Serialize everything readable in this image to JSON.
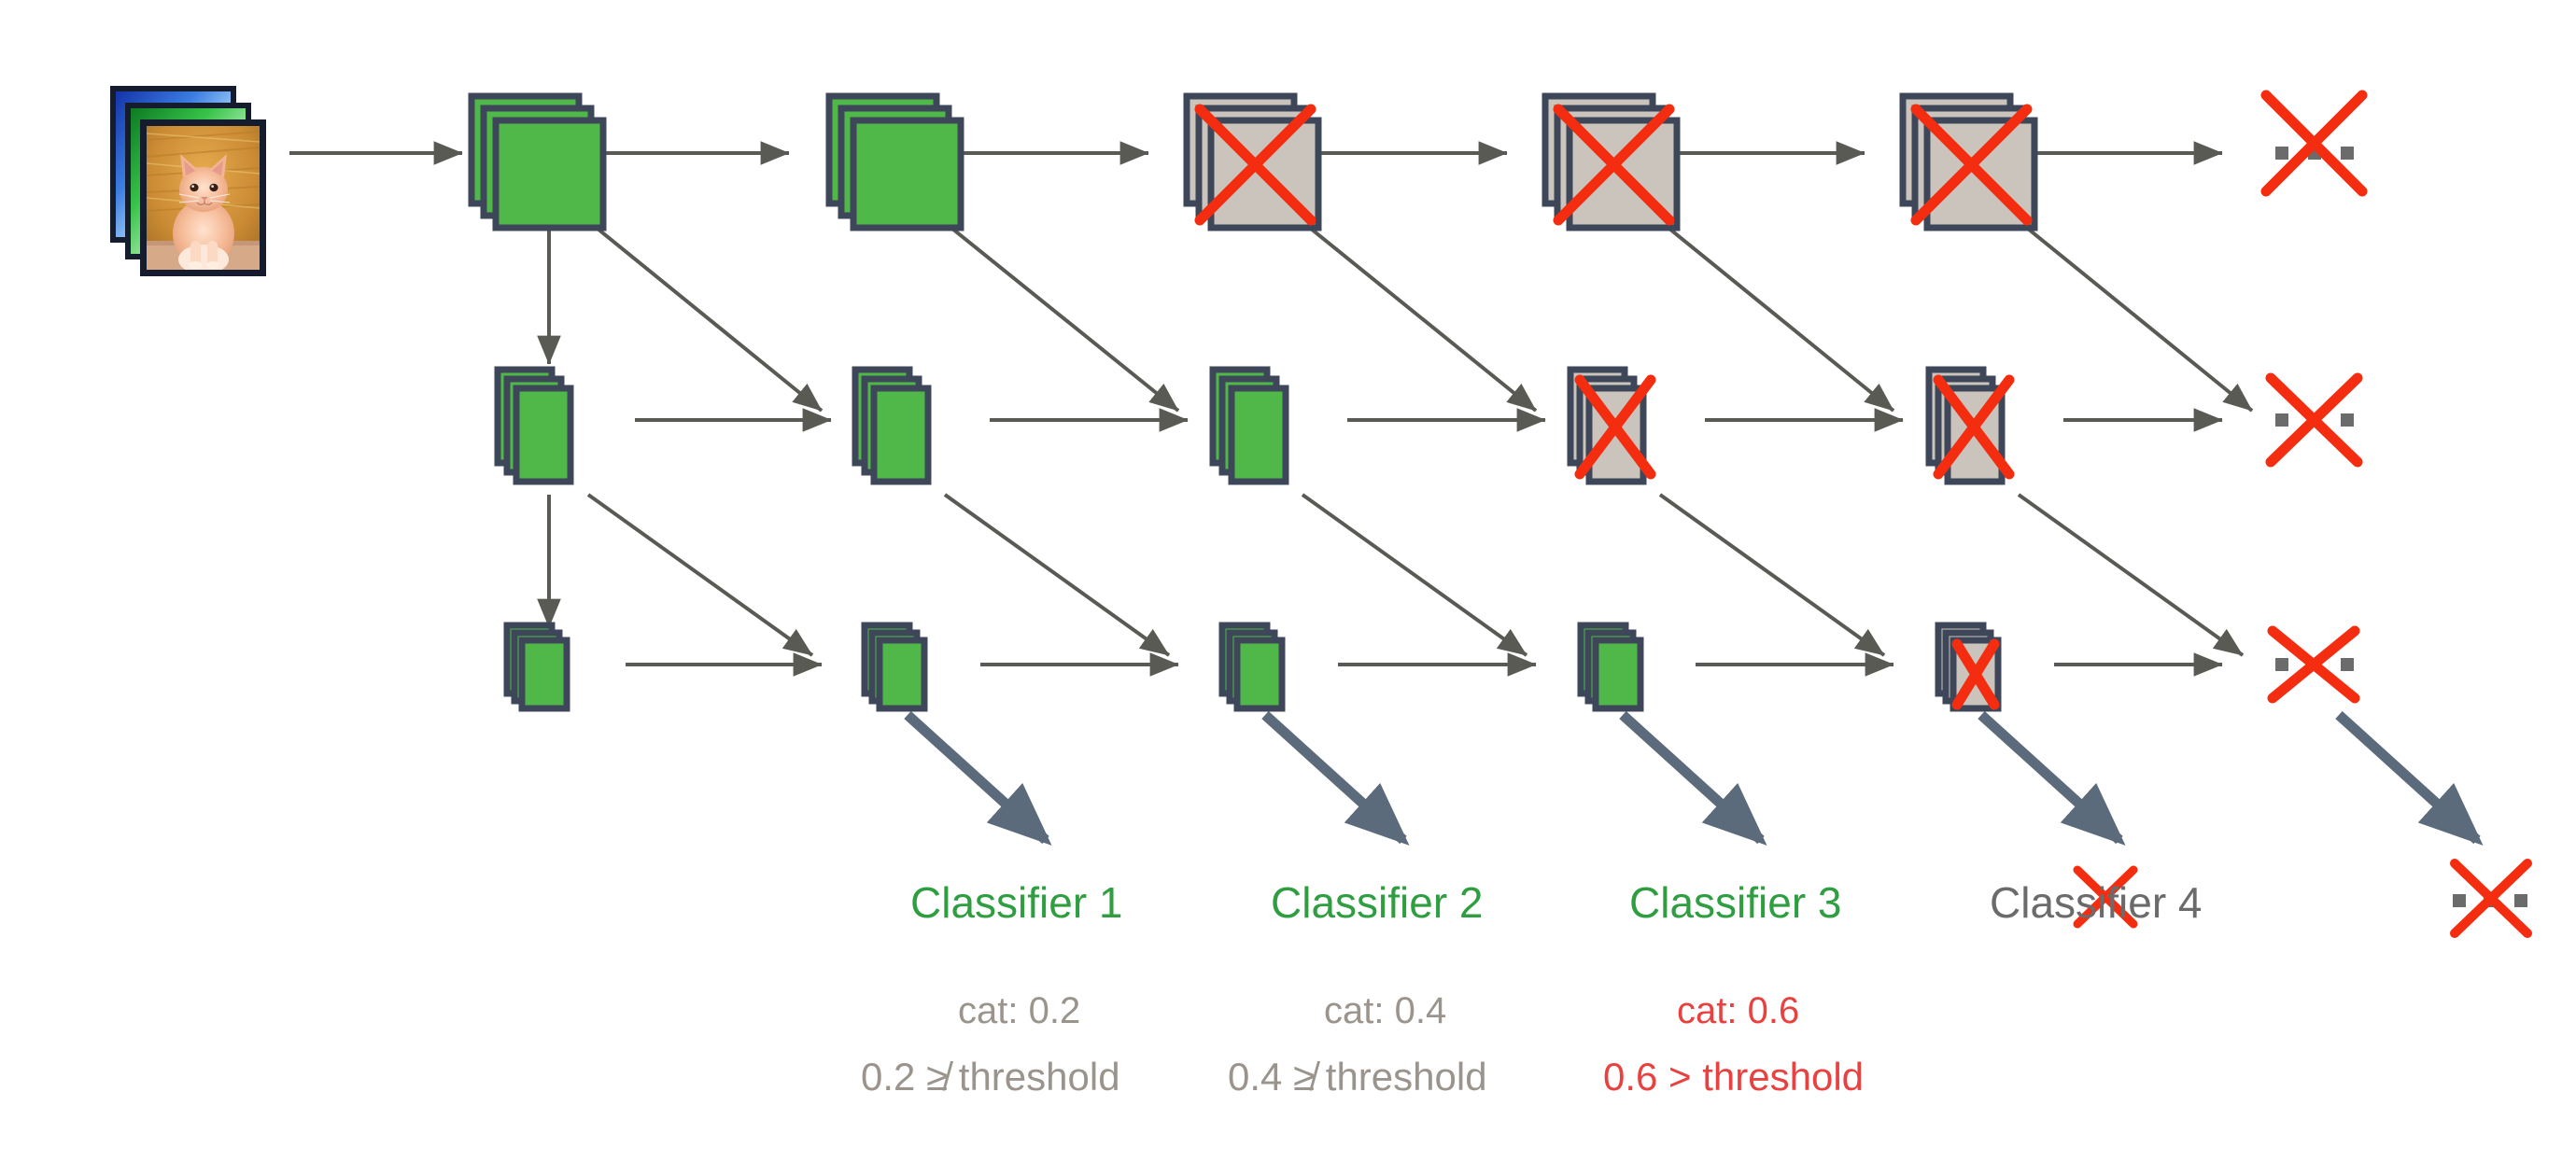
{
  "diagram": {
    "title": "multi-scale early-exit classifier cascade",
    "colors": {
      "green_block": "#4fb848",
      "green_text": "#2f9e41",
      "grey_block": "#cbc4bc",
      "block_border": "#3d4759",
      "red": "#f42d10",
      "red_text": "#e8413f",
      "grey_text": "#9a948d",
      "grey_text_dark": "#6b6b6b",
      "thin_arrow": "#5a5a55",
      "thick_arrow": "#5c6b7c",
      "dots": "#6b6b6b"
    },
    "input": {
      "name": "input-image-stack",
      "layers": [
        "blue-channel-image",
        "green-channel-image",
        "cat-photo"
      ],
      "alt": "cat"
    },
    "rows": [
      {
        "name": "scale-1-row",
        "blocks": [
          {
            "state": "active",
            "marker": "none"
          },
          {
            "state": "active",
            "marker": "none"
          },
          {
            "state": "pruned",
            "marker": "red-x"
          },
          {
            "state": "pruned",
            "marker": "red-x"
          },
          {
            "state": "pruned",
            "marker": "red-x"
          },
          {
            "state": "pruned-ellipsis",
            "marker": "red-x"
          }
        ]
      },
      {
        "name": "scale-2-row",
        "blocks": [
          {
            "state": "active",
            "marker": "none"
          },
          {
            "state": "active",
            "marker": "none"
          },
          {
            "state": "active",
            "marker": "none"
          },
          {
            "state": "pruned",
            "marker": "red-x"
          },
          {
            "state": "pruned",
            "marker": "red-x"
          },
          {
            "state": "pruned-ellipsis",
            "marker": "red-x"
          }
        ]
      },
      {
        "name": "scale-3-row",
        "blocks": [
          {
            "state": "active",
            "marker": "none"
          },
          {
            "state": "active",
            "marker": "none"
          },
          {
            "state": "active",
            "marker": "none"
          },
          {
            "state": "active",
            "marker": "none"
          },
          {
            "state": "pruned",
            "marker": "red-x"
          },
          {
            "state": "pruned-ellipsis",
            "marker": "red-x"
          }
        ]
      }
    ],
    "classifiers": [
      {
        "label": "Classifier 1",
        "label_color": "green",
        "score": "cat: 0.2",
        "score_color": "grey",
        "decision": "0.2 ≱ threshold",
        "decision_color": "grey",
        "crossed_out": false
      },
      {
        "label": "Classifier 2",
        "label_color": "green",
        "score": "cat: 0.4",
        "score_color": "grey",
        "decision": "0.4 ≱ threshold",
        "decision_color": "grey",
        "crossed_out": false
      },
      {
        "label": "Classifier 3",
        "label_color": "green",
        "score": "cat: 0.6",
        "score_color": "red",
        "decision": "0.6 > threshold",
        "decision_color": "red",
        "crossed_out": false
      },
      {
        "label": "Classifier 4",
        "label_color": "grey",
        "score": "",
        "score_color": "grey",
        "decision": "",
        "decision_color": "grey",
        "crossed_out": true
      },
      {
        "label": "",
        "label_color": "grey",
        "score": "",
        "score_color": "grey",
        "decision": "",
        "decision_color": "grey",
        "crossed_out": true
      }
    ]
  }
}
